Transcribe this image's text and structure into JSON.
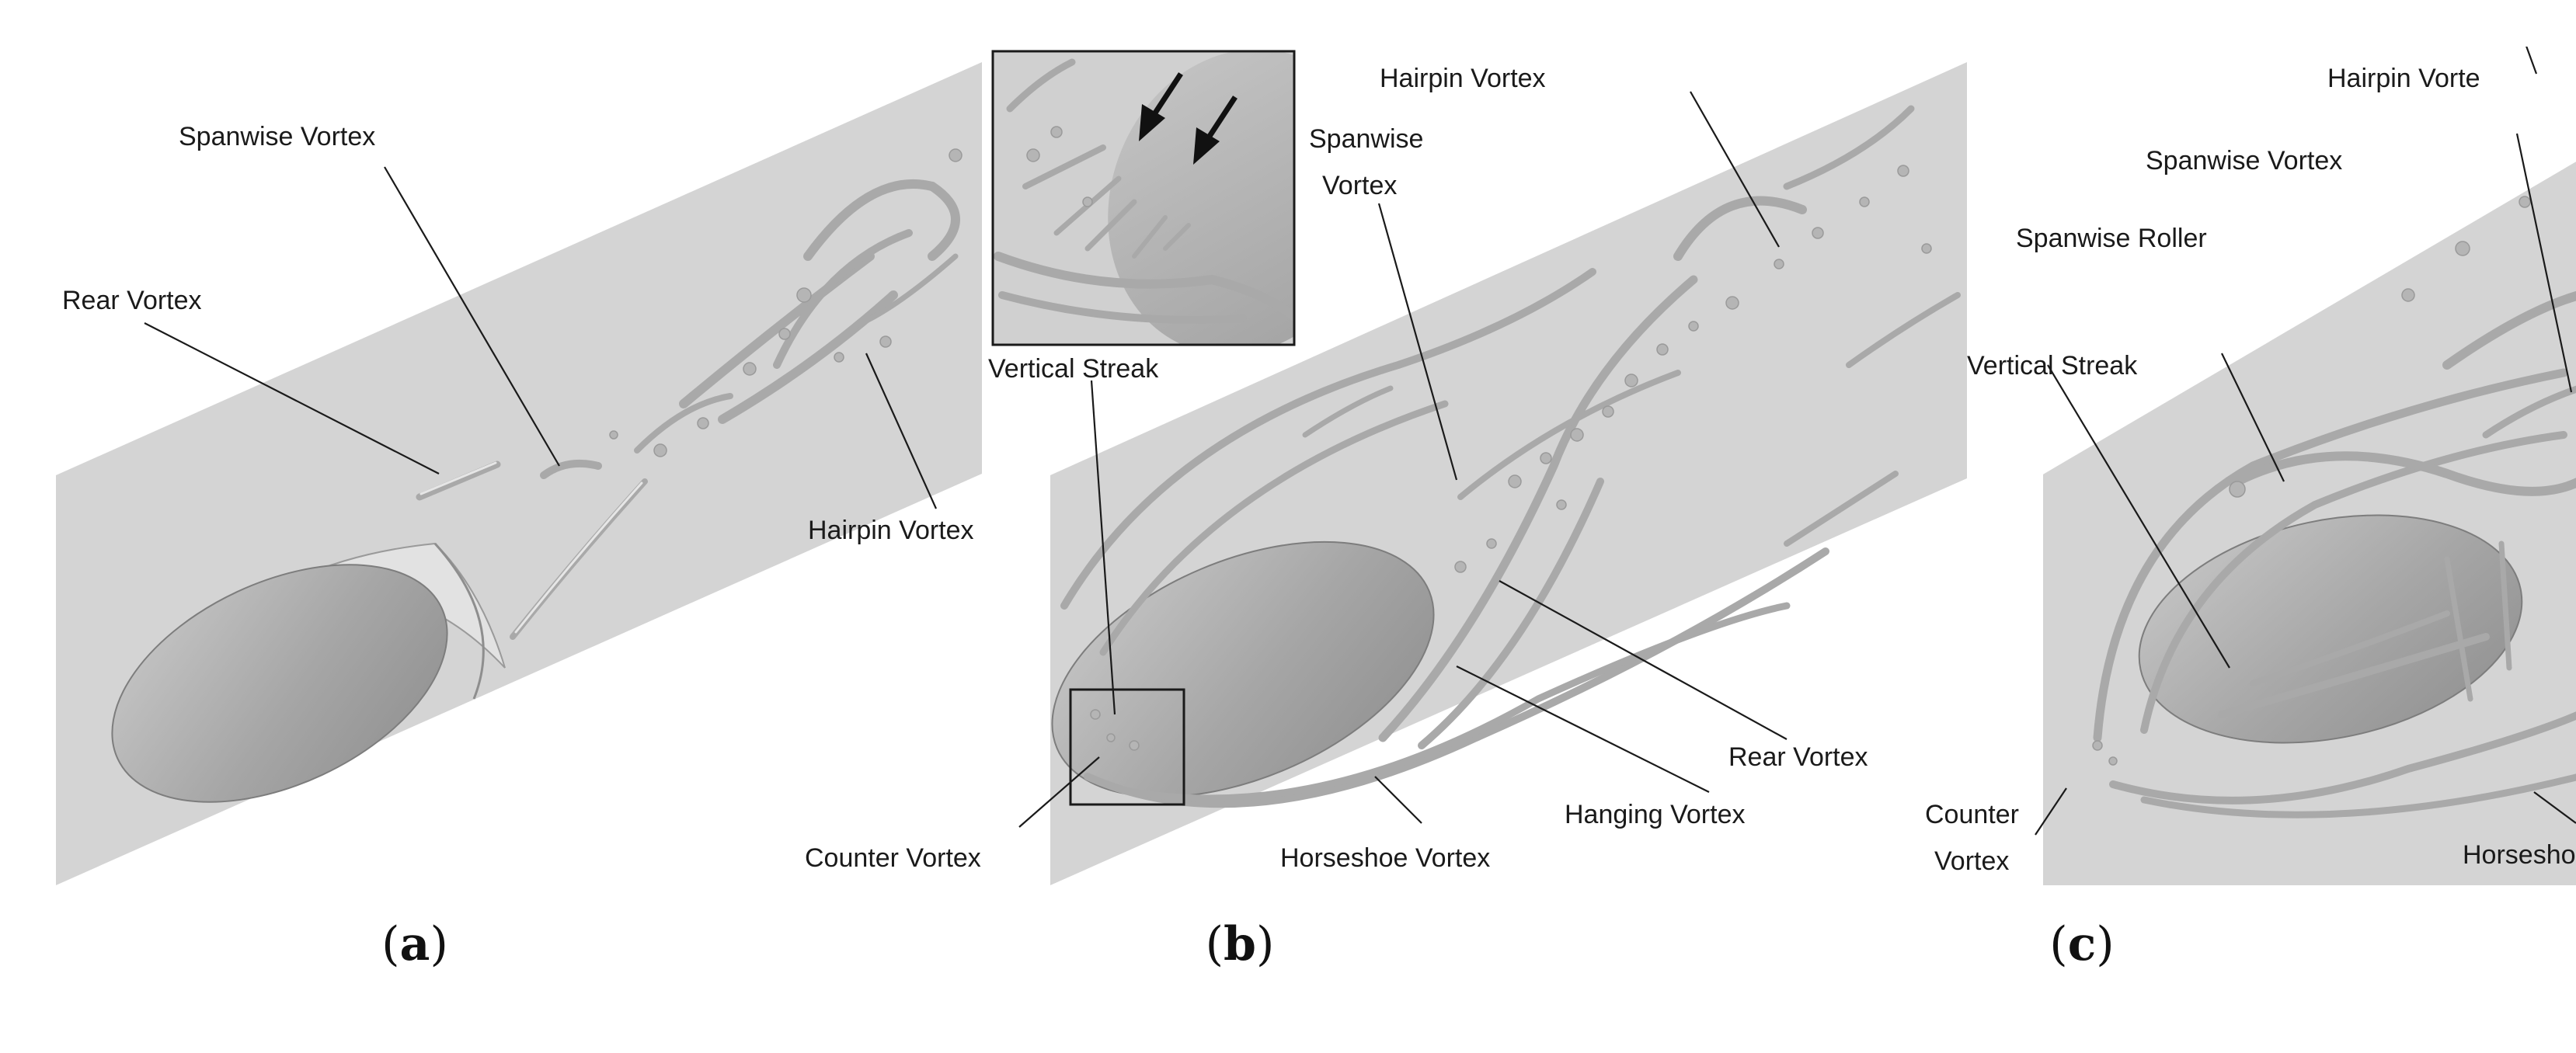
{
  "panels": [
    {
      "id": "a",
      "caption_open": "(",
      "caption_letter": "a",
      "caption_close": ")",
      "labels": {
        "spanwise_vortex": "Spanwise Vortex",
        "rear_vortex": "Rear Vortex",
        "hairpin_vortex": "Hairpin Vortex"
      }
    },
    {
      "id": "b",
      "caption_open": "(",
      "caption_letter": "b",
      "caption_close": ")",
      "labels": {
        "hairpin_vortex": "Hairpin Vortex",
        "spanwise_vortex_1": "Spanwise",
        "spanwise_vortex_2": "Vortex",
        "vertical_streak": "Vertical Streak",
        "rear_vortex": "Rear Vortex",
        "hanging_vortex": "Hanging Vortex",
        "counter_vortex": "Counter Vortex",
        "horseshoe_vortex": "Horseshoe Vortex"
      }
    },
    {
      "id": "c",
      "caption_open": "(",
      "caption_letter": "c",
      "caption_close": ")",
      "labels": {
        "hairpin_vortex": "Hairpin Vorte",
        "spanwise_vortex": "Spanwise Vortex",
        "spanwise_roller": "Spanwise Roller",
        "vertical_streak": "Vertical Streak",
        "counter_vortex_1": "Counter",
        "counter_vortex_2": "Vortex",
        "horseshoe_vortex": "Horseshoe"
      }
    }
  ]
}
